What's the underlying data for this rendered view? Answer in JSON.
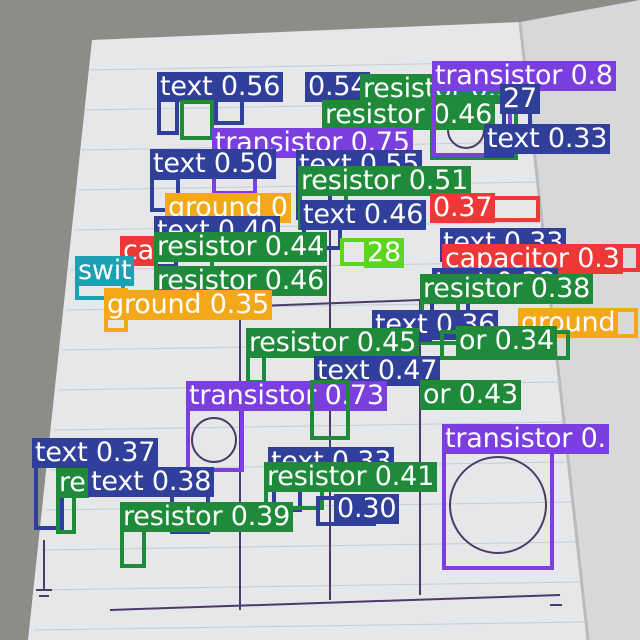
{
  "colors": {
    "text": "#2f3f9a",
    "resistor": "#1e8a3a",
    "transistor": "#7b3fe0",
    "ground": "#f2a818",
    "capacitor": "#ee3838",
    "switch": "#1ea0b4",
    "misc_green": "#5ad61e"
  },
  "detections": [
    {
      "cls": "text",
      "label": "text 0.56"
    },
    {
      "cls": "text",
      "label": "0.54"
    },
    {
      "cls": "resistor",
      "label": "resistor 0.53"
    },
    {
      "cls": "resistor",
      "label": "resistor 0.46"
    },
    {
      "cls": "transistor",
      "label": "transistor 0.8"
    },
    {
      "cls": "text",
      "label": "27"
    },
    {
      "cls": "text",
      "label": "text 0.33"
    },
    {
      "cls": "transistor",
      "label": "transistor 0.75"
    },
    {
      "cls": "text",
      "label": "text 0.50"
    },
    {
      "cls": "text",
      "label": "text 0.55"
    },
    {
      "cls": "resistor",
      "label": "resistor 0.51"
    },
    {
      "cls": "ground",
      "label": "ground 0"
    },
    {
      "cls": "capacitor",
      "label": "0.37"
    },
    {
      "cls": "text",
      "label": "text 0.46"
    },
    {
      "cls": "text",
      "label": "text 0.40"
    },
    {
      "cls": "capacitor",
      "label": "ca"
    },
    {
      "cls": "resistor",
      "label": "resistor 0.44"
    },
    {
      "cls": "misc_green",
      "label": "28"
    },
    {
      "cls": "text",
      "label": "text 0.33"
    },
    {
      "cls": "capacitor",
      "label": "capacitor 0.3"
    },
    {
      "cls": "switch",
      "label": "swit"
    },
    {
      "cls": "resistor",
      "label": "resistor 0.46"
    },
    {
      "cls": "text",
      "label": "text 0.38"
    },
    {
      "cls": "resistor",
      "label": "resistor 0.38"
    },
    {
      "cls": "ground",
      "label": "ground 0.35"
    },
    {
      "cls": "text",
      "label": "text 0.36"
    },
    {
      "cls": "ground",
      "label": "ground"
    },
    {
      "cls": "resistor",
      "label": "resistor 0.45"
    },
    {
      "cls": "resistor",
      "label": "or 0.34"
    },
    {
      "cls": "text",
      "label": "text 0.47"
    },
    {
      "cls": "transistor",
      "label": "transistor 0.73"
    },
    {
      "cls": "resistor",
      "label": "or 0.43"
    },
    {
      "cls": "transistor",
      "label": "transistor 0."
    },
    {
      "cls": "text",
      "label": "text 0.37"
    },
    {
      "cls": "text",
      "label": "text 0.33"
    },
    {
      "cls": "resistor",
      "label": "resistor 0.41"
    },
    {
      "cls": "resistor",
      "label": "re"
    },
    {
      "cls": "text",
      "label": "text 0.38"
    },
    {
      "cls": "resistor",
      "label": "resistor 0.39"
    },
    {
      "cls": "text",
      "label": "0.30"
    }
  ]
}
